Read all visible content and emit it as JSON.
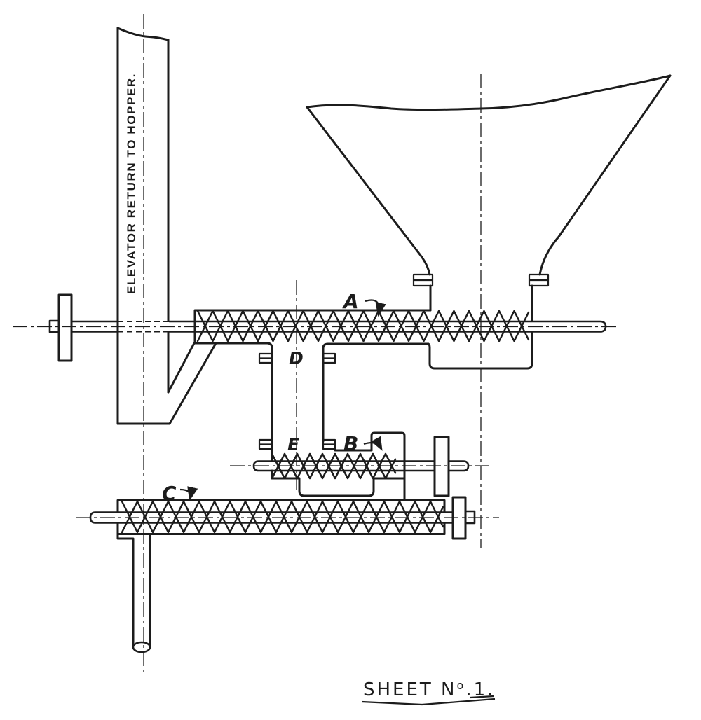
{
  "drawing": {
    "elevator_label": "ELEVATOR RETURN TO HOPPER.",
    "part_labels": {
      "a": "A",
      "b": "B",
      "c": "C",
      "d": "D",
      "e": "E"
    },
    "sheet_label": {
      "prefix": "SHEET N",
      "sup": "o",
      "suffix": ".1."
    },
    "colors": {
      "ink": "#1c1c1c",
      "background": "#ffffff"
    }
  }
}
